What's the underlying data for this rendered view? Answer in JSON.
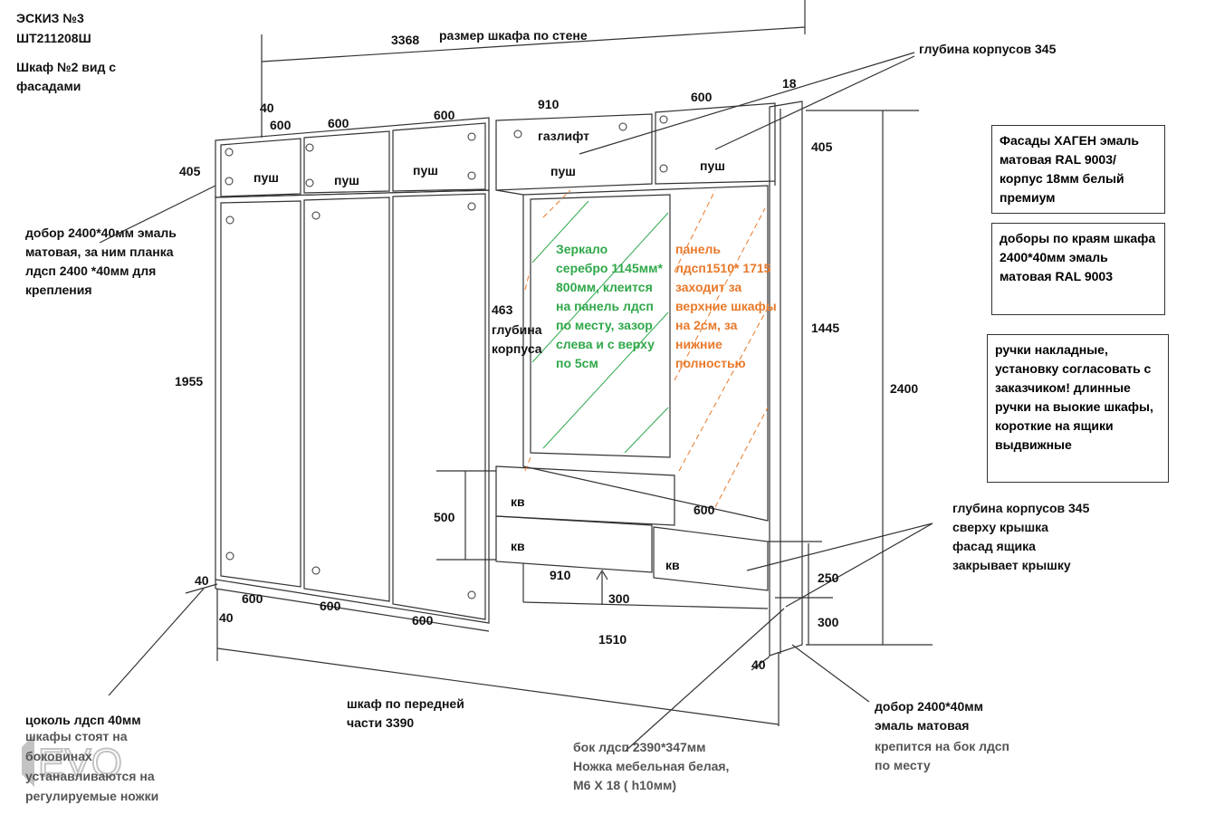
{
  "header": {
    "sketch_no": "ЭСКИЗ №3",
    "order_code": "ШТ211208Ш",
    "subtitle": "Шкаф №2 вид с фасадами"
  },
  "dimensions": {
    "wall_width": "3368",
    "wall_width_label": "размер шкафа по стене",
    "depth_top": "глубина корпусов 345",
    "top_40": "40",
    "top_600_a": "600",
    "top_600_b": "600",
    "top_600_c": "600",
    "top_910": "910",
    "top_600_d": "600",
    "top_18": "18",
    "left_405": "405",
    "right_405": "405",
    "h_1955": "1955",
    "h_463": "463",
    "h_1445": "1445",
    "h_2400": "2400",
    "h_500": "500",
    "d_600_mid": "600",
    "d_910_bottom": "910",
    "d_300_arrow": "300",
    "d_250": "250",
    "d_300_right": "300",
    "d_1510": "1510",
    "bottom_40_a": "40",
    "bottom_40_b": "40",
    "bottom_40_c": "40",
    "bottom_600_a": "600",
    "bottom_600_b": "600",
    "bottom_600_c": "600"
  },
  "labels": {
    "push": "пуш",
    "gaslift": "газлифт",
    "drawer": "кв",
    "depth_463_label": "глубина корпуса",
    "dobor_left": "добор 2400*40мм эмаль матовая, за ним планка лдсп 2400 *40мм для крепления",
    "mirror": "Зеркало серебро 1145мм* 800мм, клеится на панель лдсп по месту, зазор слева и с верху по 5см",
    "panel": "панель лдсп1510* 1715 заходит за верхние шкафы на 2см, за нижние полностью",
    "depth_bottom": "глубина корпусов 345\nсверху крышка\nфасад ящика\nзакрывает крышку",
    "front_width": "шкаф по передней\nчасти 3390",
    "plinth": "цоколь лдсп 40мм",
    "plinth_note": "шкафы стоят на\nбоковинах\nустанавливаются на\nрегулируемые ножки",
    "side_panel": "бок лдсп 2390*347мм\nНожка мебельная белая,\nМ6 Х 18 ( h10мм)",
    "dobor_right": "добор 2400*40мм\nэмаль матовая",
    "dobor_right_note": "крепится на бок лдсп\nпо месту"
  },
  "notes": {
    "facades": "Фасады ХАГЕН эмаль матовая RAL 9003/корпус 18мм белый премиум",
    "dobors": "доборы по краям шкафа 2400*40мм эмаль матовая RAL 9003",
    "handles": "ручки накладные, установку согласовать с заказчиком! длинные ручки на выокие шкафы, короткие на ящики выдвижные"
  },
  "watermark": "EVO",
  "colors": {
    "mirror_text": "#2fa84a",
    "panel_text": "#e8792a",
    "hatch": "#e8792a",
    "mirror_hatch": "#2fa84a"
  }
}
